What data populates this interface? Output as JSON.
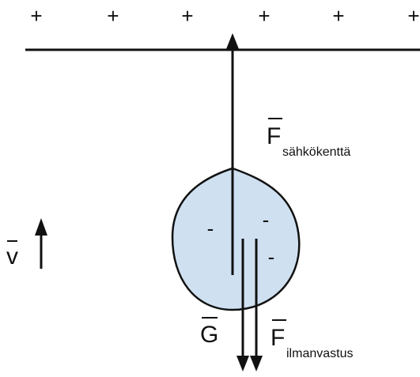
{
  "plate": {
    "signs": [
      "+",
      "+",
      "+",
      "+",
      "+",
      "+"
    ]
  },
  "droplet": {
    "charges": [
      "-",
      "-",
      "-"
    ],
    "fill_color": "#cfe0f1",
    "outline_color": "#111111"
  },
  "forces": {
    "electric": {
      "symbol": "F",
      "subscript": "sähkökenttä"
    },
    "gravity": {
      "symbol": "G"
    },
    "drag": {
      "symbol": "F",
      "subscript": "ilmanvastus"
    }
  },
  "velocity": {
    "symbol": "v"
  }
}
